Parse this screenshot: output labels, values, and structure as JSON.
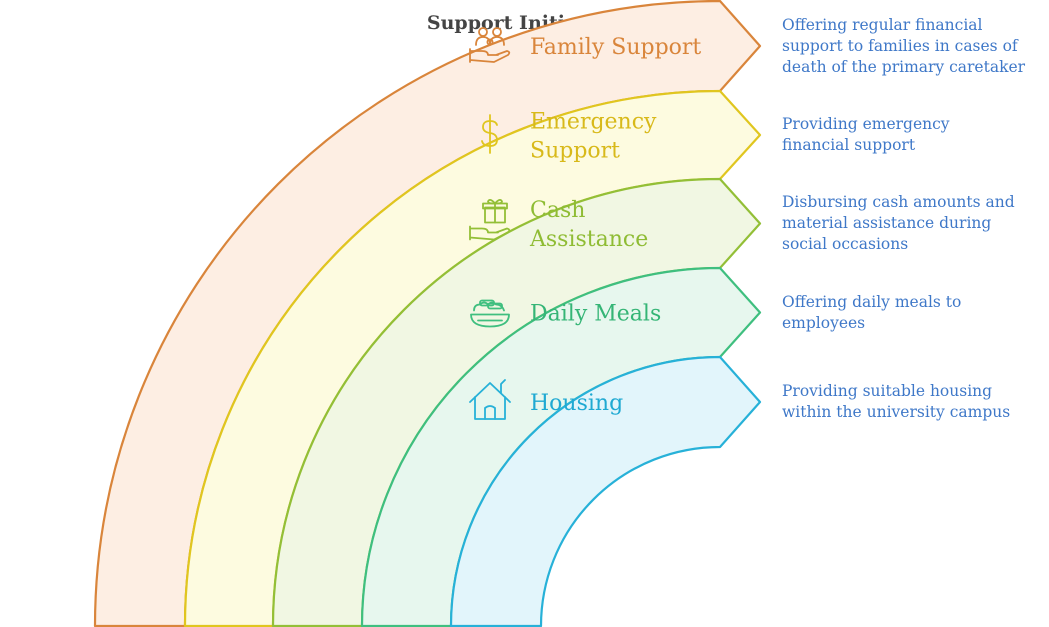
{
  "title": "Support Initiatives",
  "items": [
    {
      "label_lines": [
        "Family Support"
      ],
      "icon": "family-hand-icon",
      "description_lines": [
        "Offering regular financial",
        "support to families in cases of",
        "death of the primary caretaker"
      ],
      "stroke": "#d9853b",
      "fill": "#fdeee3",
      "text_color": "#d9853b"
    },
    {
      "label_lines": [
        "Emergency",
        "Support"
      ],
      "icon": "dollar-icon",
      "description_lines": [
        "Providing emergency",
        "financial support"
      ],
      "stroke": "#e0c61f",
      "fill": "#fdfbe0",
      "text_color": "#d8b91a"
    },
    {
      "label_lines": [
        "Cash",
        "Assistance"
      ],
      "icon": "gift-hand-icon",
      "description_lines": [
        "Disbursing cash amounts and",
        "material assistance during",
        "social occasions"
      ],
      "stroke": "#93bf37",
      "fill": "#f1f7e3",
      "text_color": "#8fbc34"
    },
    {
      "label_lines": [
        "Daily Meals"
      ],
      "icon": "food-bowl-icon",
      "description_lines": [
        "Offering daily meals to",
        "employees"
      ],
      "stroke": "#3fbf7f",
      "fill": "#e7f7ee",
      "text_color": "#35b576"
    },
    {
      "label_lines": [
        "Housing"
      ],
      "icon": "house-icon",
      "description_lines": [
        "Providing suitable housing",
        "within the university campus"
      ],
      "stroke": "#27b1d8",
      "fill": "#e2f5fb",
      "text_color": "#1fa9d2"
    }
  ]
}
